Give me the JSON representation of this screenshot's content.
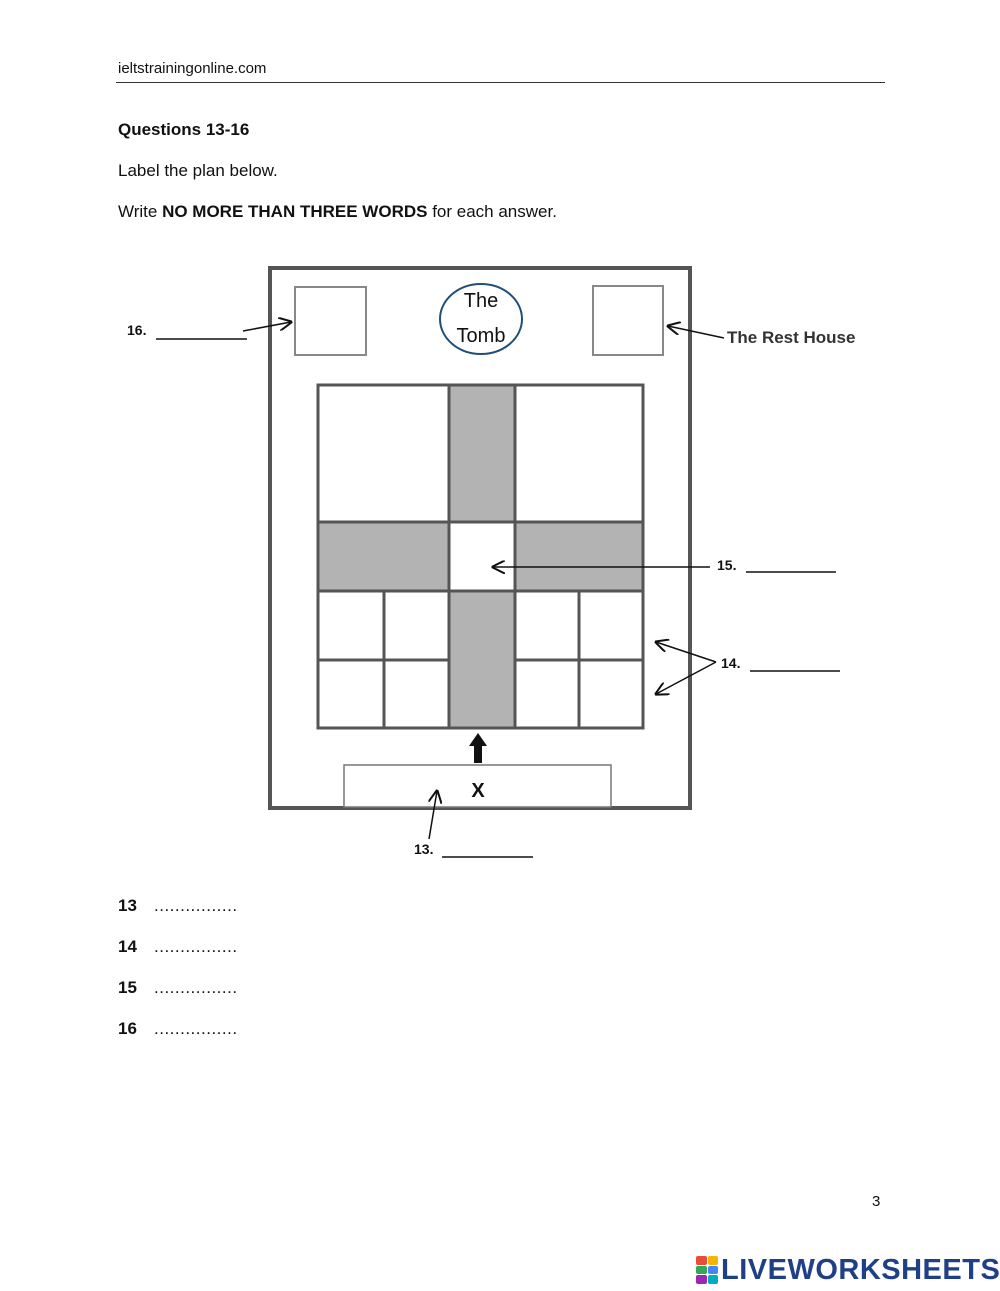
{
  "header": {
    "site": "ieltstrainingonline.com"
  },
  "questions": {
    "title": "Questions 13-16",
    "instruction1": "Label the plan below.",
    "instruction2_prefix": "Write ",
    "instruction2_bold": "NO MORE THAN THREE WORDS",
    "instruction2_suffix": " for each answer."
  },
  "plan": {
    "tomb_line1": "The",
    "tomb_line2": "Tomb",
    "rest_house": "The Rest House",
    "x_label": "X",
    "label_13": "13.",
    "label_14": "14.",
    "label_15": "15.",
    "label_16": "16.",
    "colors": {
      "shaded": "#b3b3b3",
      "tomb_circle": "#1f4e79",
      "lines": "#555555"
    }
  },
  "answers": [
    {
      "num": "13",
      "dots": "................"
    },
    {
      "num": "14",
      "dots": "................"
    },
    {
      "num": "15",
      "dots": "................"
    },
    {
      "num": "16",
      "dots": "................"
    }
  ],
  "footer": {
    "page_number": "3",
    "brand": "LIVEWORKSHEETS",
    "brand_color": "#1f3f86"
  }
}
